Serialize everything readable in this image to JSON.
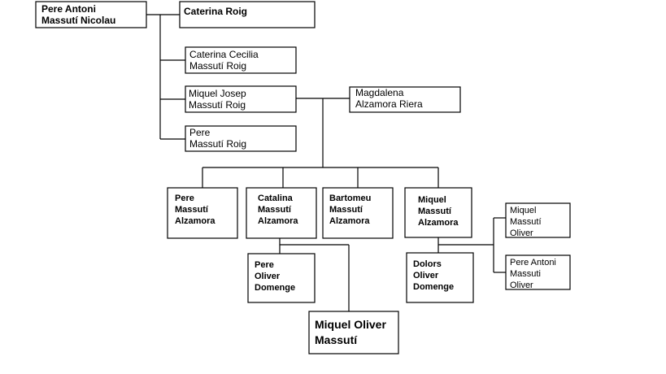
{
  "people": {
    "pere_antoni_massuti_nicolau": {
      "name": [
        "Pere Antoni",
        "Massutí Nicolau"
      ]
    },
    "caterina_roig": {
      "name": [
        "Caterina Roig"
      ]
    },
    "caterina_cecilia_massuti_roig": {
      "name": [
        "Caterina Cecilia",
        "Massutí Roig"
      ]
    },
    "miquel_josep_massuti_roig": {
      "name": [
        "Miquel Josep",
        "Massutí Roig"
      ]
    },
    "magdalena_alzamora_riera": {
      "name": [
        "Magdalena",
        "Alzamora Riera"
      ]
    },
    "pere_massuti_roig": {
      "name": [
        "Pere",
        "Massutí Roig"
      ]
    },
    "pere_massuti_alzamora": {
      "name": [
        "Pere",
        "Massutí",
        "Alzamora"
      ]
    },
    "catalina_massuti_alzamora": {
      "name": [
        "Catalina",
        "Massutí",
        "Alzamora"
      ]
    },
    "bartomeu_massuti_alzamora": {
      "name": [
        "Bartomeu",
        "Massutí",
        "Alzamora"
      ]
    },
    "miquel_massuti_alzamora": {
      "name": [
        "Miquel",
        "Massutí",
        "Alzamora"
      ]
    },
    "miquel_massuti_oliver": {
      "name": [
        "Miquel",
        "Massutí",
        "Oliver"
      ]
    },
    "pere_antoni_massuti_oliver": {
      "name": [
        "Pere Antoni",
        "Massuti",
        "Oliver"
      ]
    },
    "pere_oliver_domenge": {
      "name": [
        "Pere",
        "Oliver",
        "Domenge"
      ]
    },
    "dolors_oliver_domenge": {
      "name": [
        "Dolors",
        "Oliver",
        "Domenge"
      ]
    },
    "miquel_oliver_massuti": {
      "name": [
        "Miquel Oliver",
        "Massutí"
      ]
    }
  },
  "colors": {
    "line": "#000000",
    "box_fill": "#ffffff"
  }
}
